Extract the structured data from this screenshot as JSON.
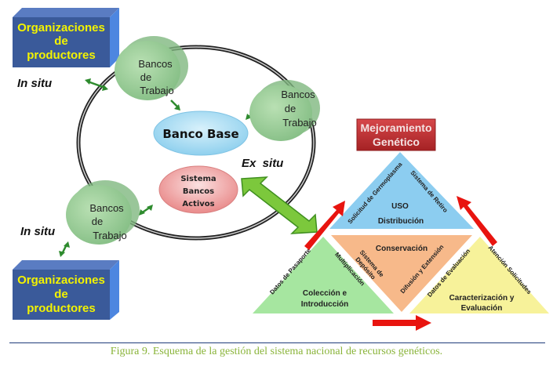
{
  "diagram": {
    "producer_box_top": {
      "lines": [
        "Organizaciones",
        "de",
        "productores"
      ]
    },
    "producer_box_bottom": {
      "lines": [
        "Organizaciones",
        "de",
        "productores"
      ]
    },
    "in_situ_top": "In situ",
    "in_situ_bottom": "In situ",
    "ex_situ": "Ex  situ",
    "work_bank_1": {
      "lines": [
        "Bancos",
        "de",
        "Trabajo"
      ]
    },
    "work_bank_2": {
      "lines": [
        "Bancos",
        "de",
        "Trabajo"
      ]
    },
    "work_bank_3": {
      "lines": [
        "Bancos",
        "de",
        "Trabajo"
      ]
    },
    "base_bank": "Banco Base",
    "active_banks": {
      "lines": [
        "Sistema",
        "Bancos",
        "Activos"
      ]
    },
    "breeding": {
      "lines": [
        "Mejoramiento",
        "Genético"
      ]
    },
    "triangle_use": {
      "title": "USO",
      "subtitle": "Distribución",
      "left_side": "Solicitud de Germoplasma",
      "right_side": "Sistema de Retiro"
    },
    "triangle_conservation": {
      "title": "Conservación",
      "left_side": [
        "Sistema de",
        "Depósito"
      ],
      "right_side": "Difusión y Extensión"
    },
    "triangle_collection": {
      "title": [
        "Colección e",
        "Introducción"
      ],
      "left_side": "Datos de Pasaporte",
      "right_side": "Multiplicación"
    },
    "triangle_characterization": {
      "title": [
        "Caracterización y",
        "Evaluación"
      ],
      "left_side": "Datos de Evaluación",
      "right_side": "Atención Solicitudes"
    }
  },
  "caption": "Figura 9. Esquema de la gestión del sistema nacional de recursos genéticos.",
  "colors": {
    "producer_box": "#3a5a9a",
    "producer_text": "#f3f300",
    "work_bank": "#9fcf9f",
    "base_bank": "#a8dcf2",
    "active_banks": "#f0a0a0",
    "breeding": "#c8383a",
    "use": "#8ccdf0",
    "conservation": "#f7b98a",
    "collection": "#a6e6a0",
    "characterization": "#f7f29a",
    "arrow_red": "#e8140f",
    "arrow_green": "#7cc83c",
    "caption": "#8ab43a"
  }
}
